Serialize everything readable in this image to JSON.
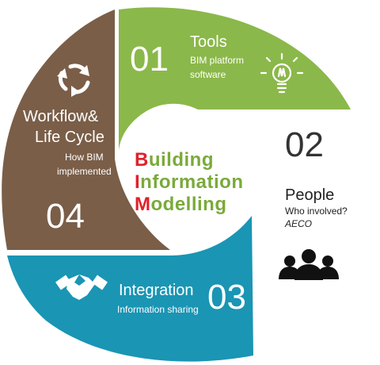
{
  "center": {
    "lines": [
      {
        "initial": "B",
        "rest": "uilding"
      },
      {
        "initial": "I",
        "rest": "nformation"
      },
      {
        "initial": "M",
        "rest": "odelling"
      }
    ]
  },
  "segments": {
    "tools": {
      "number": "01",
      "title": "Tools",
      "line1": "BIM platform",
      "line2": "software",
      "icon": "lightbulb-icon",
      "color": "#8bb84a"
    },
    "people": {
      "number": "02",
      "title": "People",
      "line1": "Who involved?",
      "line2": "AECO",
      "icon": "people-group-icon",
      "color": "#ffffff"
    },
    "integration": {
      "number": "03",
      "title": "Integration",
      "line1": "Information sharing",
      "icon": "handshake-icon",
      "color": "#1a95b4"
    },
    "workflow": {
      "number": "04",
      "title_line1": "Workflow&",
      "title_line2": "Life Cycle",
      "line1": "How BIM",
      "line2": "implemented",
      "icon": "cycle-arrows-icon",
      "color": "#7a5e48"
    }
  },
  "colors": {
    "center_text": "#7aaa3a",
    "center_initials": "#e0202a",
    "text_dark": "#333333"
  }
}
